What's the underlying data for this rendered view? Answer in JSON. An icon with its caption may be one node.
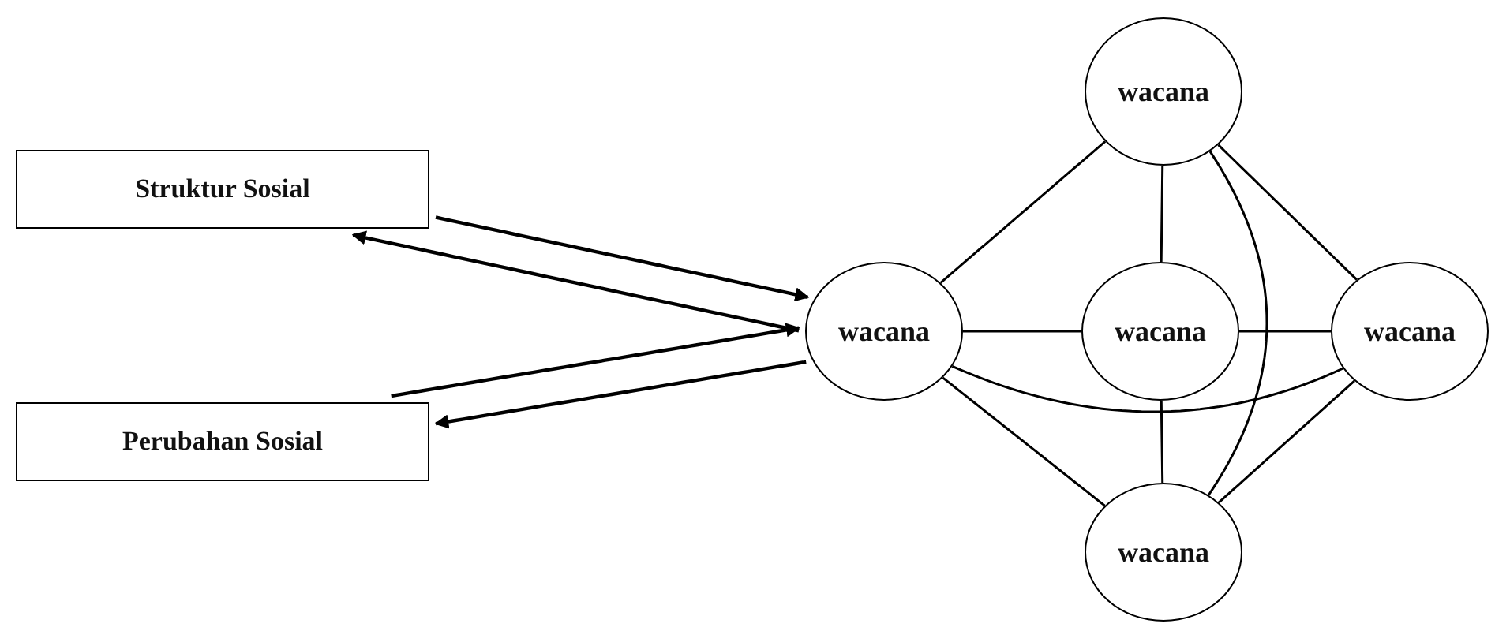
{
  "diagram": {
    "nodes": [
      {
        "text": [
          "Struktur Sosial"
        ]
      },
      {
        "text": [
          "Perubahan Sosial"
        ]
      },
      {
        "text": [
          "wacana"
        ]
      },
      {
        "text": [
          "wacana"
        ]
      },
      {
        "text": [
          "wacana"
        ]
      },
      {
        "text": [
          "wacana"
        ]
      },
      {
        "text": [
          "wacana"
        ]
      }
    ],
    "edges": [
      {
        "from": 3,
        "to": 0,
        "arrow": "to"
      },
      {
        "from": 0,
        "to": 3,
        "arrow": "to"
      },
      {
        "from": 3,
        "to": 1,
        "arrow": "to"
      },
      {
        "from": 1,
        "to": 3,
        "arrow": "to"
      },
      {
        "from": 2,
        "to": 3,
        "arrow": "none"
      },
      {
        "from": 2,
        "to": 4,
        "arrow": "none"
      },
      {
        "from": 2,
        "to": 5,
        "arrow": "none"
      },
      {
        "from": 2,
        "to": 6,
        "arrow": "none"
      },
      {
        "from": 3,
        "to": 4,
        "arrow": "none"
      },
      {
        "from": 4,
        "to": 5,
        "arrow": "none"
      },
      {
        "from": 3,
        "to": 5,
        "arrow": "none"
      },
      {
        "from": 3,
        "to": 6,
        "arrow": "none"
      },
      {
        "from": 4,
        "to": 6,
        "arrow": "none"
      },
      {
        "from": 5,
        "to": 6,
        "arrow": "none"
      }
    ]
  }
}
